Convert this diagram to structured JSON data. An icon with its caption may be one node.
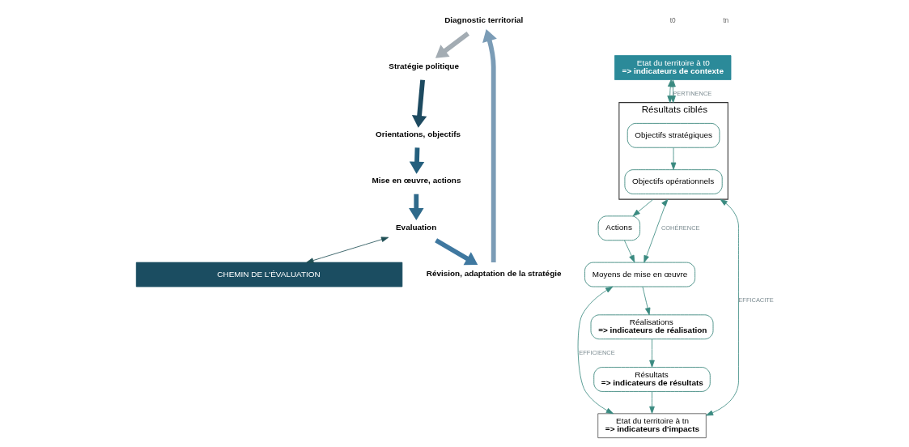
{
  "diagram": {
    "nodes": [
      {
        "text": [
          "CHEMIN DE L'ÉVALUATION"
        ]
      },
      {
        "text": [
          "Etat du territoire à t0",
          "=> indicateurs de contexte"
        ]
      },
      {
        "text": [
          "Résultats ciblés"
        ]
      },
      {
        "text": [
          "Objectifs stratégiques"
        ],
        "in": 2
      },
      {
        "text": [
          "Objectifs opérationnels"
        ],
        "in": 2
      },
      {
        "text": [
          "Actions"
        ]
      },
      {
        "text": [
          "Moyens de mise en œuvre"
        ]
      },
      {
        "text": [
          "Etat du territoire à tn",
          "=> indicateurs d'impacts"
        ]
      },
      {
        "text": [
          "Résultats",
          "=> indicateurs de résultats"
        ]
      },
      {
        "text": [
          "Réalisations",
          "=> indicateurs de réalisation"
        ]
      },
      {
        "text": [
          "Diagnostic territorial"
        ]
      },
      {
        "text": [
          "Stratégie politique"
        ]
      },
      {
        "text": [
          "Orientations, objectifs"
        ]
      },
      {
        "text": [
          "Mise en œuvre, actions"
        ]
      },
      {
        "text": [
          "Evaluation"
        ]
      },
      {
        "text": [
          "Révision, adaptation de la stratégie"
        ]
      }
    ],
    "edges": [
      {
        "from": 1,
        "to": 2,
        "arrow": "both"
      },
      {
        "from": 1,
        "to": 2,
        "arrow": "both",
        "label": "PERTINENCE"
      },
      {
        "from": 3,
        "to": 4,
        "arrow": "to"
      },
      {
        "from": 2,
        "to": 5,
        "arrow": "to"
      },
      {
        "from": 5,
        "to": 6,
        "arrow": "to"
      },
      {
        "from": 6,
        "to": 9,
        "arrow": "to"
      },
      {
        "from": 9,
        "to": 8,
        "arrow": "to"
      },
      {
        "from": 8,
        "to": 7,
        "arrow": "to"
      },
      {
        "from": 2,
        "to": 6,
        "arrow": "both",
        "label": "COHÉRENCE"
      },
      {
        "from": 6,
        "to": 7,
        "arrow": "both",
        "label": "EFFICIENCE"
      },
      {
        "from": 2,
        "to": 7,
        "arrow": "both",
        "label": "EFFICACITE"
      },
      {
        "from": 14,
        "to": 0,
        "arrow": "both",
        "color": "#1f4f55"
      },
      {
        "from": 10,
        "to": 11,
        "arrow": "to",
        "style": "thick",
        "color": "#a3acb3"
      },
      {
        "from": 11,
        "to": 12,
        "arrow": "to",
        "style": "thick",
        "color": "#1d4a60"
      },
      {
        "from": 12,
        "to": 13,
        "arrow": "to",
        "style": "thick",
        "color": "#245f7d"
      },
      {
        "from": 13,
        "to": 14,
        "arrow": "to",
        "style": "thick",
        "color": "#2f6a8b"
      },
      {
        "from": 14,
        "to": 15,
        "arrow": "to",
        "style": "thick",
        "color": "#3f78a0"
      },
      {
        "from": 15,
        "to": 10,
        "arrow": "to",
        "style": "thick",
        "color": "#7b9cb6"
      }
    ],
    "labels": [
      "t0",
      "tn"
    ]
  }
}
